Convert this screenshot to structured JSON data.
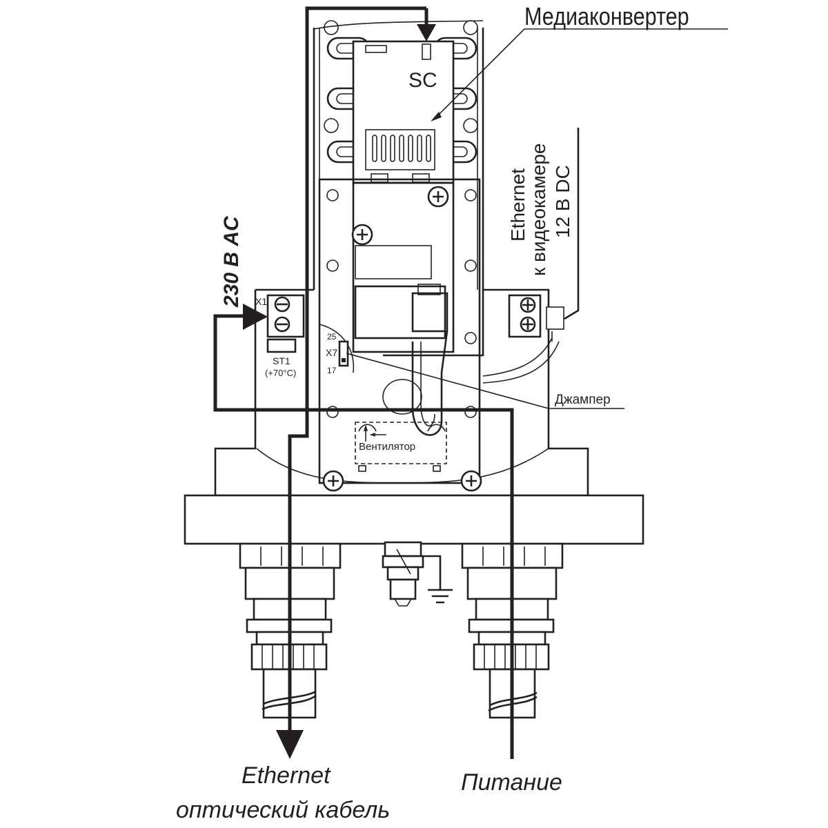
{
  "labels": {
    "media_converter": "Медиаконвертер",
    "sc": "SC",
    "ethernet_camera_line1": "Ethernet",
    "ethernet_camera_line2": "к видеокамере",
    "ethernet_camera_line3": "12 В DC",
    "power_230": "230 В AC",
    "x1": "X1",
    "st1": "ST1",
    "st1_temp": "(+70°C)",
    "pin25": "25",
    "x7": "X7",
    "pin17": "17",
    "jumper": "Джампер",
    "fan": "Вентилятор",
    "ethernet_bottom_line1": "Ethernet",
    "ethernet_bottom_line2": "оптический кабель",
    "power_bottom": "Питание"
  },
  "colors": {
    "ink": "#231f20",
    "background": "#ffffff"
  }
}
